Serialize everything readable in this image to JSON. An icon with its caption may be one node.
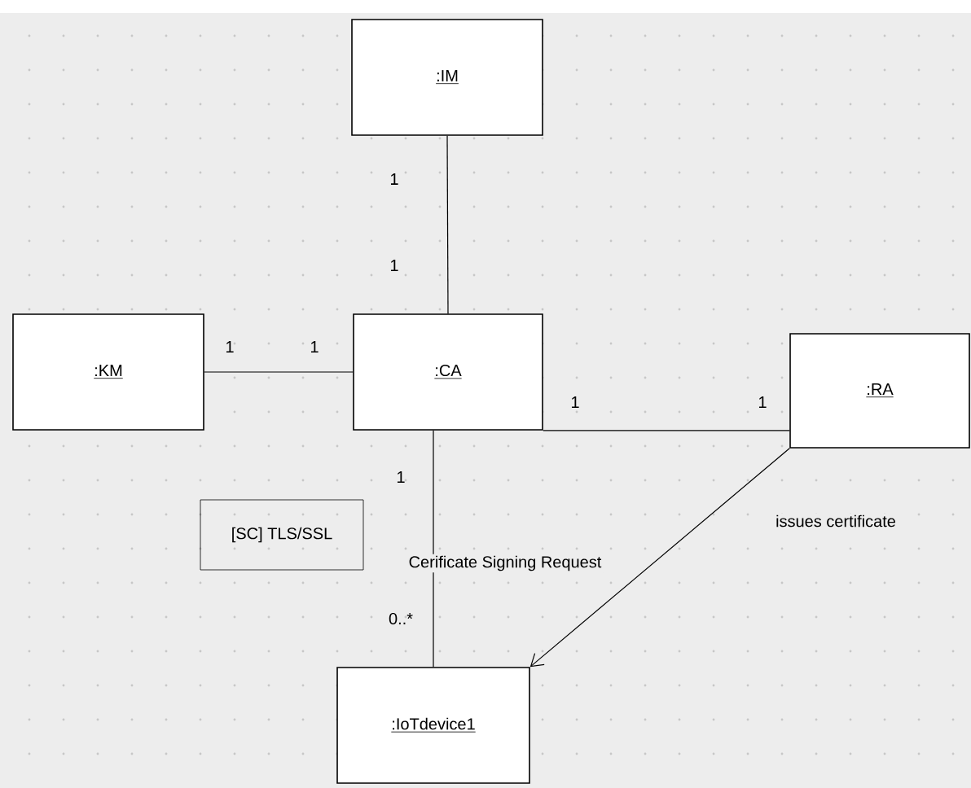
{
  "diagram": {
    "nodes": [
      {
        "text": [
          ":IM"
        ]
      },
      {
        "text": [
          ":KM"
        ]
      },
      {
        "text": [
          ":CA"
        ]
      },
      {
        "text": [
          ":RA"
        ]
      },
      {
        "text": [
          ":IoTdevice1"
        ]
      },
      {
        "text": [
          "[SC] TLS/SSL"
        ]
      }
    ],
    "edges": [
      {
        "from": 0,
        "to": 2,
        "arrow": "none"
      },
      {
        "from": 1,
        "to": 2,
        "arrow": "none"
      },
      {
        "from": 2,
        "to": 3,
        "arrow": "none"
      },
      {
        "from": 2,
        "to": 4,
        "arrow": "none",
        "label": "Cerificate Signing Request"
      },
      {
        "from": 3,
        "to": 4,
        "arrow": "to",
        "label": "issues certificate"
      }
    ],
    "labels": [
      "1",
      "1",
      "1",
      "1",
      "1",
      "1",
      "1",
      "0..*"
    ]
  }
}
